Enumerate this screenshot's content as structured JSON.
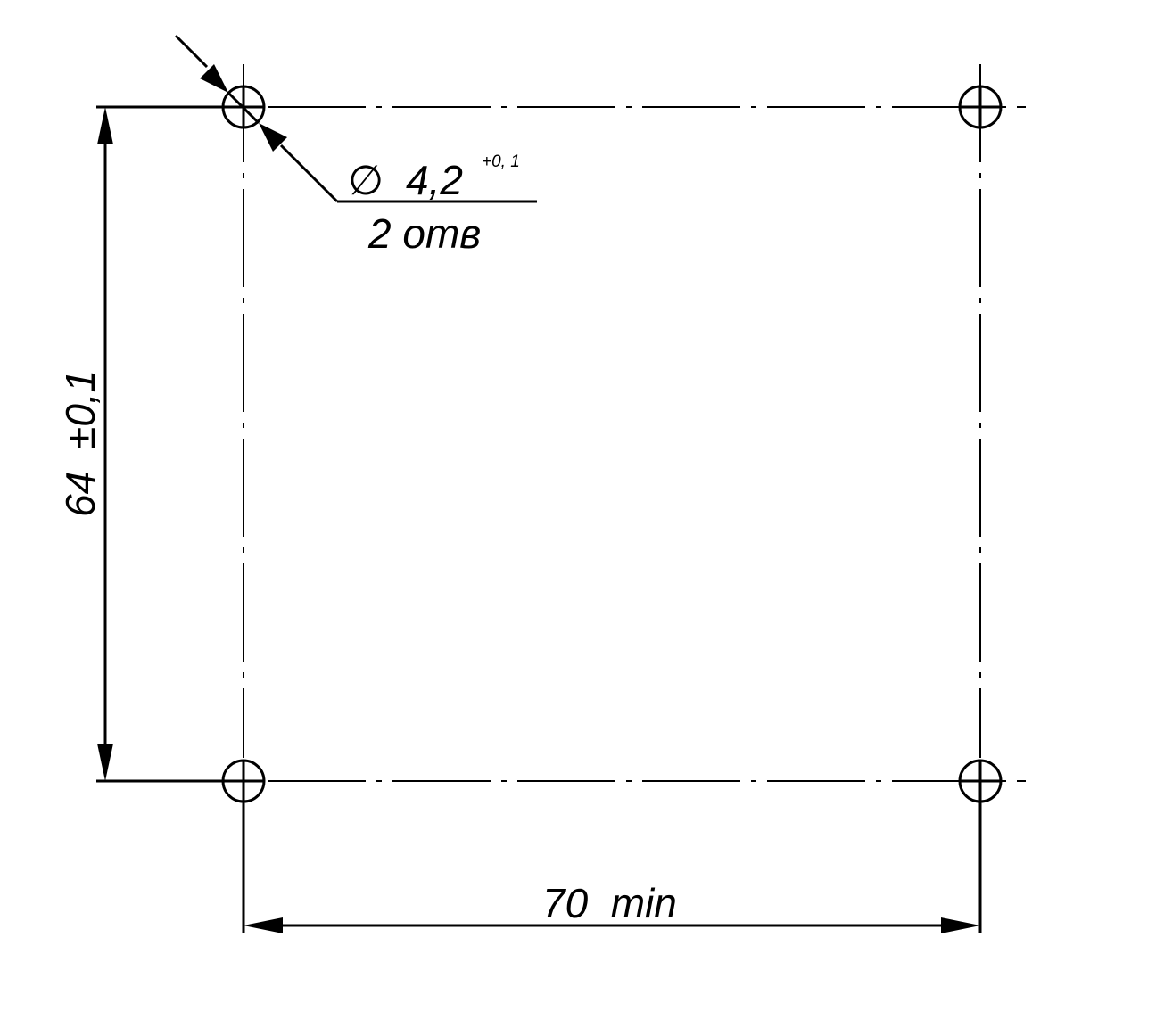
{
  "drawing": {
    "hole_count": 4,
    "annotations": {
      "hole_diameter_symbol": "∅",
      "hole_diameter_value": "4,2",
      "hole_diameter_tolerance": "+0, 1",
      "hole_quantity": "2 отв",
      "vertical_dimension_value": "64",
      "vertical_dimension_tolerance": "±0,1",
      "horizontal_dimension": "70  min"
    },
    "colors": {
      "line": "#000000",
      "background": "#ffffff"
    }
  }
}
